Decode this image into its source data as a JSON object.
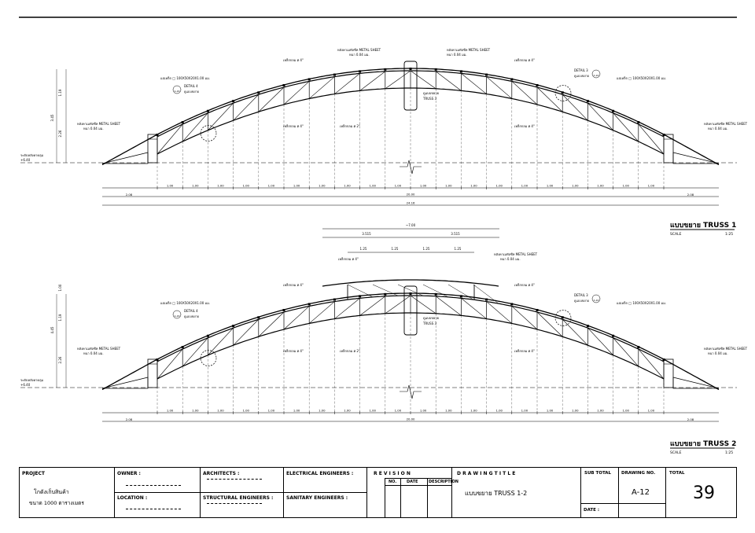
{
  "truss1": {
    "title": "แบบขยาย  TRUSS 1",
    "scale_label": "SCALE",
    "scale_value": "1:25",
    "label_sheet": "หลังคาเมทัลชีท METAL SHEET",
    "label_thick": "หนา 0.04 มม.",
    "label_rod": "เหล็กกลม ø 4\"",
    "label_rod2": "เหล็กกลม ø 2\"",
    "label_purlin": "แปเหล็ก □ 100X50X20X1.00 มม.",
    "detail4": "DETAIL 4",
    "detail4_ref": "A-16",
    "detail3": "DETAIL 3",
    "detail3_ref": "A-16",
    "detail_sub": "ดูแบบขยาย",
    "center_label": "ดูแบบขยาย",
    "center_label2": "TRUSS 3",
    "level_label": "ระดับหลังคาคลุม",
    "level_value": "+6.40",
    "dim_h1": "1.19",
    "dim_h2": "2.26",
    "dim_h3": "3.45",
    "span_unit": "1.00",
    "side_dim": "2.08",
    "span_total": "20.00",
    "overall": "24.16"
  },
  "truss2": {
    "title": "แบบขยาย  TRUSS 2",
    "scale_label": "SCALE",
    "scale_value": "1:25",
    "top_total": "7.00",
    "top_half1": "3.515",
    "top_half2": "3.515",
    "top_seg": "1.25",
    "dim_h0": "1.00",
    "dim_h1": "1.19",
    "dim_h2": "2.26",
    "dim_h3": "4.45",
    "span_unit": "1.00",
    "side_dim": "2.08",
    "span_total": "20.00"
  },
  "title_block": {
    "project_label": "PROJECT",
    "project_name": "โกดังเก็บสินค้า",
    "project_size": "ขนาด 1000 ตารางเมตร",
    "owner_label": "OWNER :",
    "location_label": "LOCATION :",
    "architects_label": "ARCHITECTS :",
    "structural_label": "STRUCTURAL ENGINEERS :",
    "electrical_label": "ELECTRICAL ENGINEERS :",
    "sanitary_label": "SANITARY ENGINEERS :",
    "revision_label": "R E V I S I O N",
    "rev_no": "NO.",
    "rev_date": "DATE",
    "rev_desc": "DESCRIPTION",
    "drawing_title_label": "D R A W I N G   T I T L E",
    "drawing_title": "แบบขยาย TRUSS 1-2",
    "sub_total_label": "SUB TOTAL",
    "drawing_no_label": "DRAWING NO.",
    "drawing_no": "A-12",
    "date_label": "DATE :",
    "total_label": "TOTAL",
    "total_value": "39"
  }
}
